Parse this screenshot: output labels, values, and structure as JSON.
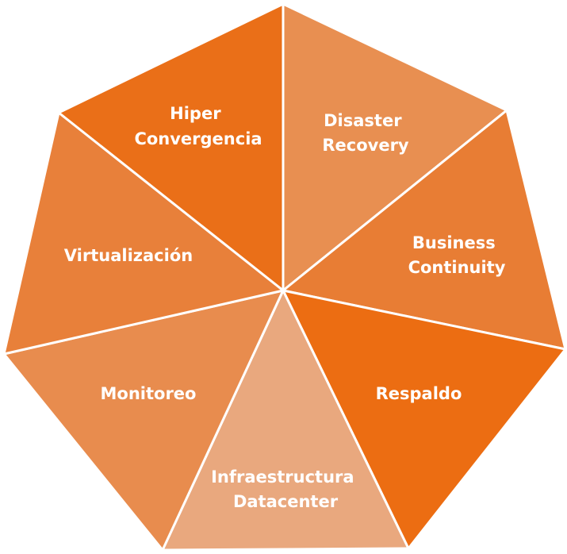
{
  "diagram": {
    "type": "heptagon-segments",
    "segments": [
      {
        "id": "hiper",
        "lines": [
          "Hiper",
          "Convergencia"
        ],
        "color": "#EA6F18"
      },
      {
        "id": "disaster",
        "lines": [
          "Disaster",
          "Recovery"
        ],
        "color": "#E88F51"
      },
      {
        "id": "business",
        "lines": [
          "Business",
          "Continuity"
        ],
        "color": "#E87D34"
      },
      {
        "id": "respaldo",
        "lines": [
          "Respaldo"
        ],
        "color": "#EC6D12"
      },
      {
        "id": "infra",
        "lines": [
          "Infraestructura",
          "Datacenter"
        ],
        "color": "#E9A87E"
      },
      {
        "id": "monitoreo",
        "lines": [
          "Monitoreo"
        ],
        "color": "#E88C4E"
      },
      {
        "id": "virtualizacion",
        "lines": [
          "Virtualización"
        ],
        "color": "#E8803A"
      }
    ]
  }
}
